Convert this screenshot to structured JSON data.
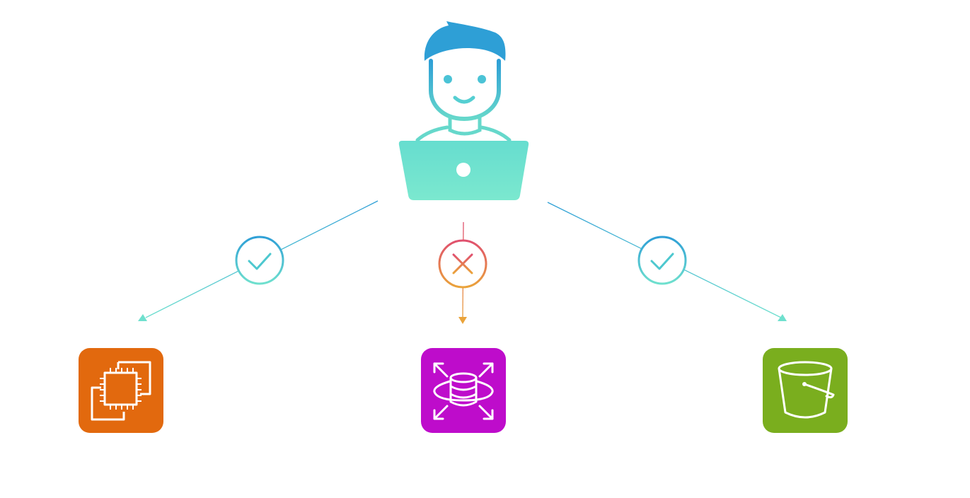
{
  "diagram": {
    "user": {
      "icon": "developer-with-laptop-icon"
    },
    "connections": [
      {
        "id": "ec2",
        "status": "allowed",
        "status_icon": "check-icon"
      },
      {
        "id": "rds",
        "status": "denied",
        "status_icon": "x-icon"
      },
      {
        "id": "s3",
        "status": "allowed",
        "status_icon": "check-icon"
      }
    ],
    "services": [
      {
        "id": "ec2",
        "icon": "ec2-instances-icon",
        "color": "#E2690E"
      },
      {
        "id": "rds",
        "icon": "rds-database-icon",
        "color": "#BE0CCB"
      },
      {
        "id": "s3",
        "icon": "s3-bucket-icon",
        "color": "#7AAE1E"
      }
    ]
  },
  "colors": {
    "teal": "#5ED6C9",
    "blue": "#2E9FD6",
    "red": "#E0506E",
    "orange": "#E8A23C"
  }
}
